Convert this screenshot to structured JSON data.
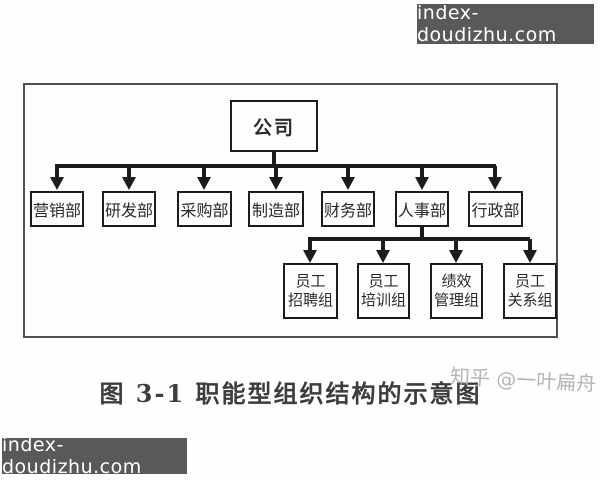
{
  "page": {
    "watermark_top": "index-doudizhu.com",
    "watermark_bottom": "index-doudizhu.com",
    "caption": "图 3-1 职能型组织结构的示意图",
    "photo_credit": "知乎 @一叶扁舟"
  },
  "org_chart": {
    "type": "organization-tree",
    "root": "公司",
    "departments": [
      "营销部",
      "研发部",
      "采购部",
      "制造部",
      "财务部",
      "人事部",
      "行政部"
    ],
    "subgroups_parent": "人事部",
    "subgroups": [
      {
        "line1": "员工",
        "line2": "招聘组"
      },
      {
        "line1": "员工",
        "line2": "培训组"
      },
      {
        "line1": "绩效",
        "line2": "管理组"
      },
      {
        "line1": "员工",
        "line2": "关系组"
      }
    ]
  },
  "colors": {
    "watermark_bg": "#595959",
    "watermark_text": "#ffffff",
    "diagram_line": "#1c1c1c",
    "node_border": "#1b1b1b",
    "caption_text": "#3d3d3d",
    "credit_text": "#b5b5b5"
  }
}
